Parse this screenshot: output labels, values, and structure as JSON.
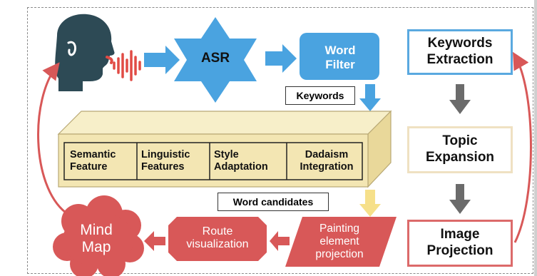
{
  "nodes": {
    "asr": "ASR",
    "word_filter": "Word\nFilter",
    "keywords_tag": "Keywords",
    "word_candidates_tag": "Word candidates",
    "features": [
      "Semantic\nFeature",
      "Linguistic\nFeatures",
      "Style\nAdaptation",
      "Dadaism\nIntegration"
    ],
    "keywords_extraction": "Keywords\nExtraction",
    "topic_expansion": "Topic\nExpansion",
    "image_projection": "Image\nProjection",
    "mind_map": "Mind\nMap",
    "route_visualization": "Route\nvisualization",
    "painting_projection": "Painting\nelement\nprojection"
  },
  "colors": {
    "blue": "#4aa3e0",
    "dark_teal": "#2d4a55",
    "red": "#d85858",
    "tan_box": "#f3e6b3",
    "yellow_arrow": "#f6e08a",
    "gray_arrow": "#6b6b6b"
  },
  "icons": {
    "speaker": "human-head-speaking-icon"
  }
}
